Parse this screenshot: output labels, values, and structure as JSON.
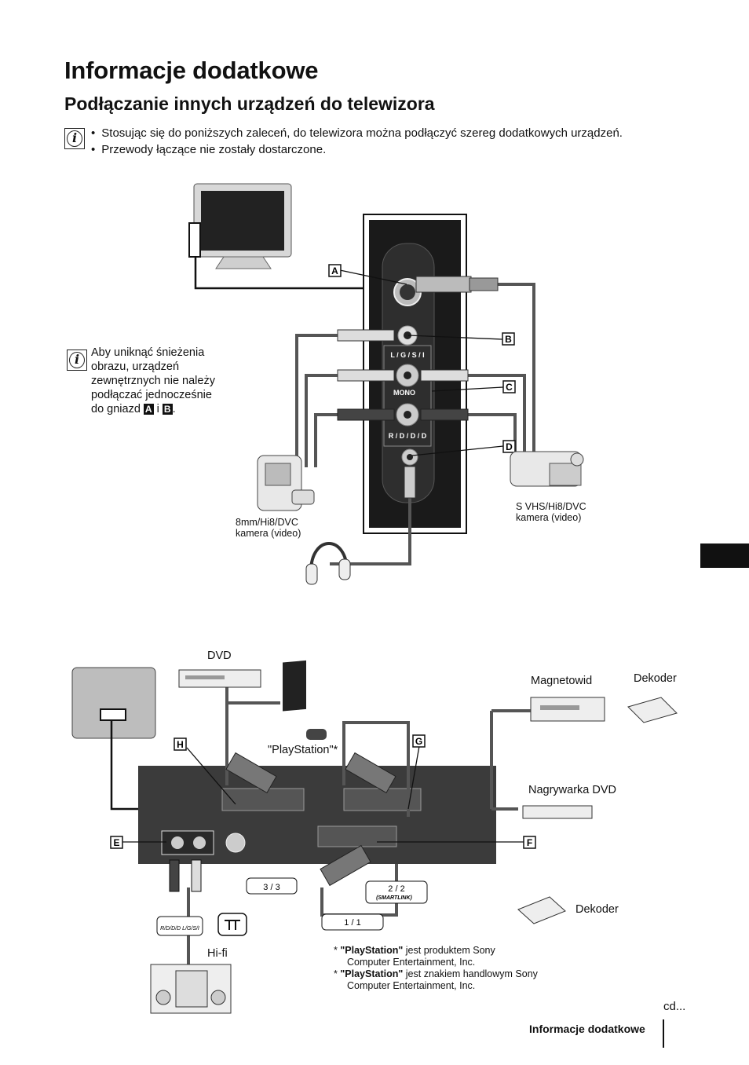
{
  "page": {
    "title": "Informacje dodatkowe",
    "subtitle": "Podłączanie innych urządzeń do telewizora",
    "bullets": [
      "Stosując się do poniższych zaleceń, do telewizora można podłączyć szereg dodatkowych urządzeń.",
      "Przewody łączące nie zostały dostarczone."
    ],
    "note": {
      "line1": "Aby uniknąć śnieżenia",
      "line2": "obrazu, urządzeń",
      "line3": "zewnętrznych nie należy",
      "line4": "podłączać jednocześnie",
      "line5_prefix": "do gniazd",
      "badge_a": "A",
      "conj": "i",
      "badge_b": "B",
      "period": "."
    },
    "continued": "cd...",
    "footer": "Informacje dodatkowe"
  },
  "diagram_top": {
    "markers": [
      "A",
      "B",
      "C",
      "D"
    ],
    "jack_labels": {
      "lgsi": "L / G / S / I",
      "mono": "MONO",
      "rddd": "R / D / D / D"
    },
    "camera_left": {
      "line1": "8mm/Hi8/DVC",
      "line2": "kamera (video)"
    },
    "camera_right": {
      "line1": "S VHS/Hi8/DVC",
      "line2": "kamera (video)"
    }
  },
  "diagram_bottom": {
    "markers": [
      "E",
      "F",
      "G",
      "H"
    ],
    "labels": {
      "dvd": "DVD",
      "playstation": "\"PlayStation\"*",
      "vcr": "Magnetowid",
      "decoder_top": "Dekoder",
      "dvd_recorder": "Nagrywarka DVD",
      "decoder_bottom": "Dekoder",
      "hifi": "Hi-fi"
    },
    "socket_labels": {
      "s3": "3 / 3",
      "s2": "2 / 2",
      "smartlink": "(SMARTLINK)",
      "s1": "1 / 1",
      "audio": "R/D/D/D  L/G/S/I"
    },
    "footnotes": [
      {
        "mark": "*",
        "brand": "\"PlayStation\"",
        "rest1": " jest produktem Sony",
        "rest2": "Computer Entertainment, Inc."
      },
      {
        "mark": "*",
        "brand": "\"PlayStation\"",
        "rest1": " jest znakiem handlowym Sony",
        "rest2": "Computer Entertainment, Inc."
      }
    ]
  }
}
